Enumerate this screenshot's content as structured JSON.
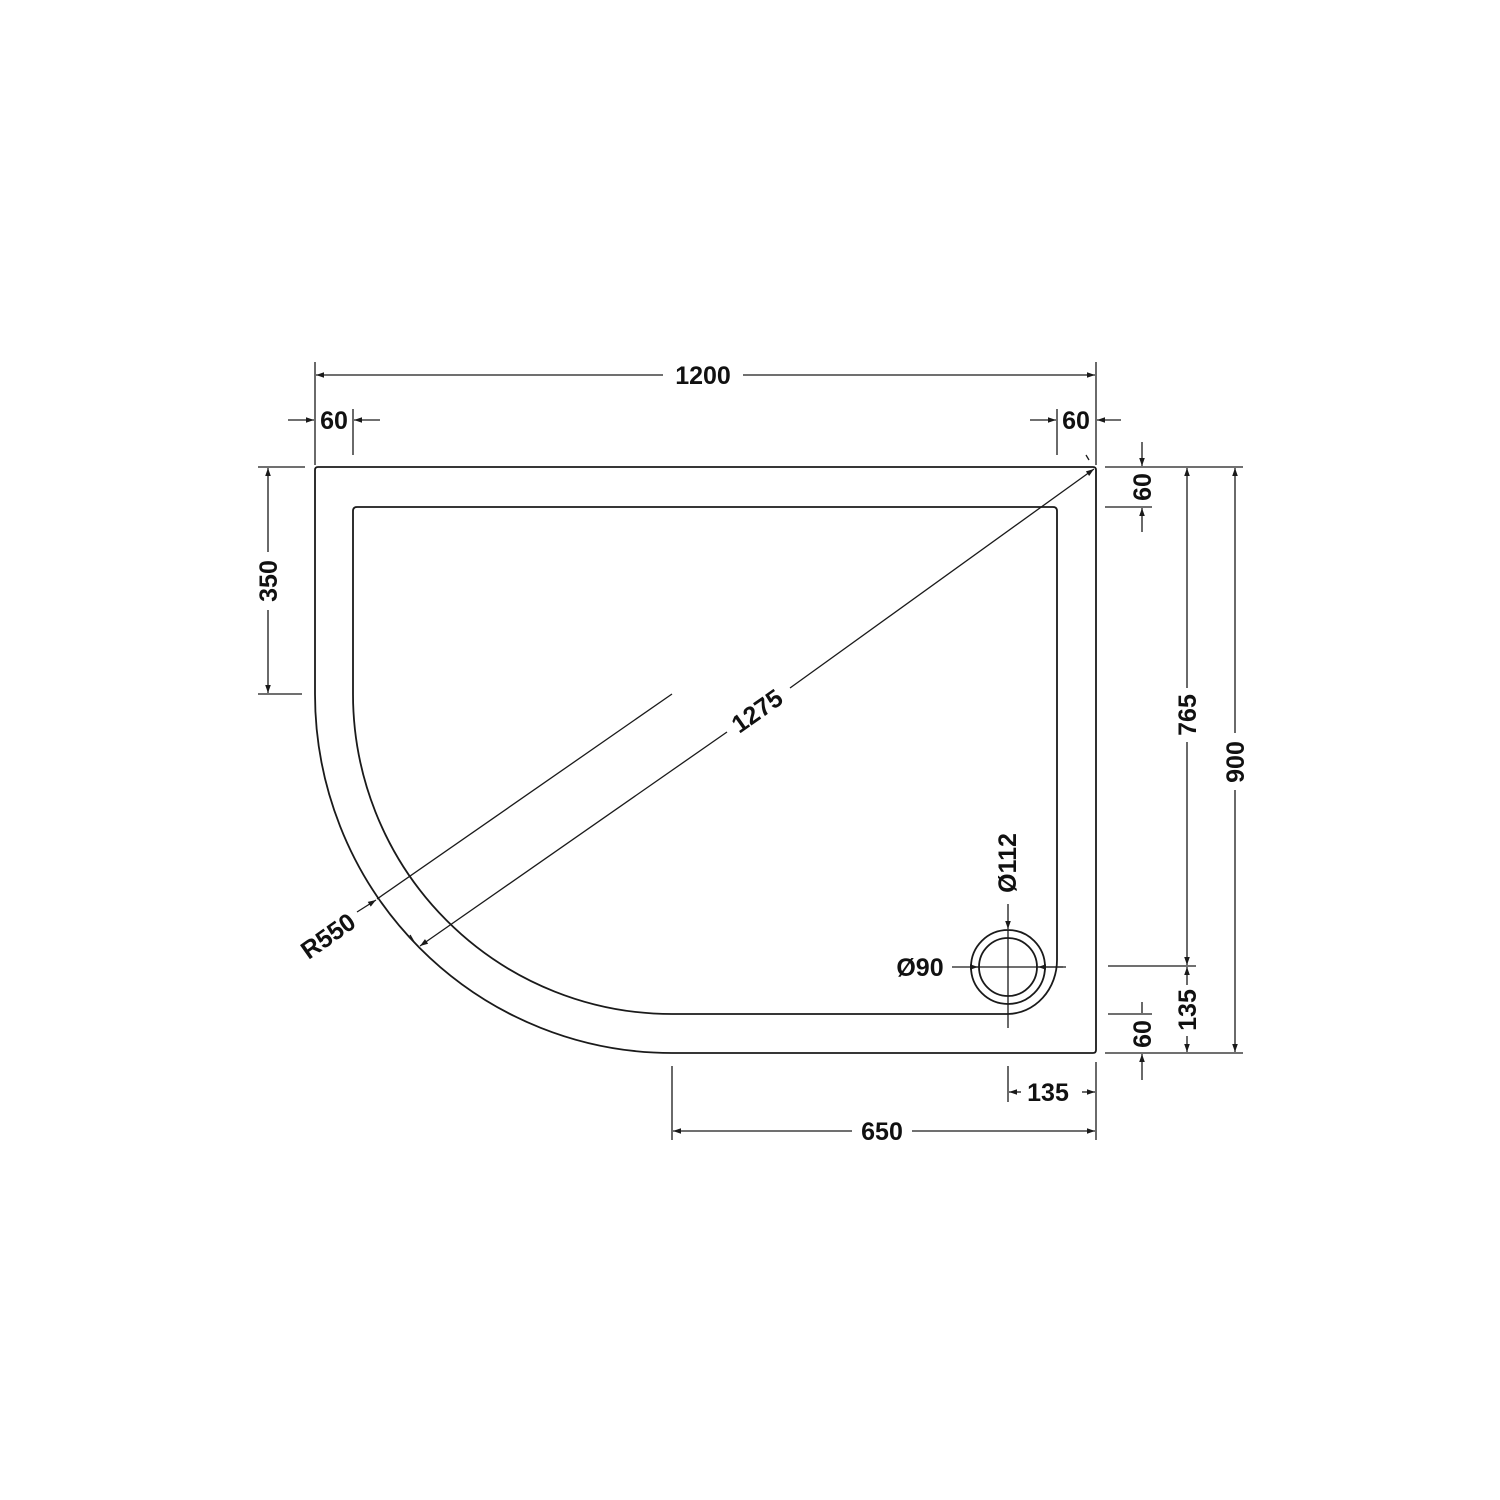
{
  "drawing": {
    "subject": "Offset quadrant shower tray (left hand) — plan view",
    "units": "mm",
    "dimensions": {
      "overall_width": "1200",
      "rim_left": "60",
      "rim_right": "60",
      "rim_top": "60",
      "straight_left": "350",
      "diagonal": "1275",
      "radius": "R550",
      "waste_outer_diameter": "Ø112",
      "waste_inner_diameter": "Ø90",
      "inner_height": "765",
      "overall_depth": "900",
      "waste_from_bottom": "135",
      "rim_bottom": "60",
      "waste_from_right": "135",
      "straight_bottom": "650"
    }
  },
  "colors": {
    "line": "#1a1a1a",
    "background": "#ffffff"
  }
}
